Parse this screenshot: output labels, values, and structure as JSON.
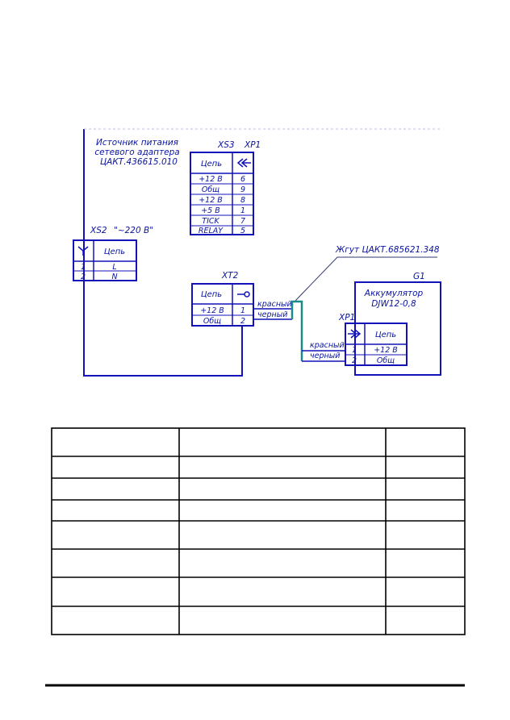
{
  "colors": {
    "line": "#1212b8",
    "text": "#0a14a0",
    "harness": "#1c8a8a",
    "table": "#000000"
  },
  "power_source": {
    "title_lines": [
      "Источник питания",
      "сетевого адаптера",
      "ЦАКТ.436615.010"
    ]
  },
  "xs3": {
    "label": "XS3",
    "mate_label": "XP1",
    "header": "Цепь",
    "icon": "plug-double-chevron-icon",
    "rows": [
      {
        "signal": "+12 В",
        "pin": "6"
      },
      {
        "signal": "Общ",
        "pin": "9"
      },
      {
        "signal": "+12 В",
        "pin": "8"
      },
      {
        "signal": "+5 В",
        "pin": "1"
      },
      {
        "signal": "TICK",
        "pin": "7"
      },
      {
        "signal": "RELAY",
        "pin": "5"
      }
    ]
  },
  "xs2": {
    "label": "XS2",
    "note": "\"~220 В\"",
    "header": "Цепь",
    "icon": "socket-fork-icon",
    "rows": [
      {
        "num": "1",
        "signal": "L"
      },
      {
        "num": "2",
        "signal": "N"
      }
    ]
  },
  "xt2": {
    "label": "XT2",
    "header": "Цепь",
    "icon": "terminal-pin-icon",
    "rows": [
      {
        "signal": "+12 В",
        "pin": "1"
      },
      {
        "signal": "Общ",
        "pin": "2"
      }
    ]
  },
  "harness": {
    "label": "Жгут ЦАКТ.685621.348",
    "wire_colors": [
      "красный",
      "черный"
    ]
  },
  "battery": {
    "label": "G1",
    "title_lines": [
      "Аккумулятор",
      "DJW12-0,8"
    ],
    "connector_label": "XP1",
    "header": "Цепь",
    "icon": "plug-double-chevron-icon",
    "rows": [
      {
        "num": "1",
        "signal": "+12 В"
      },
      {
        "num": "2",
        "signal": "Общ"
      }
    ]
  },
  "table": {
    "rows": 8,
    "columns": 3
  }
}
